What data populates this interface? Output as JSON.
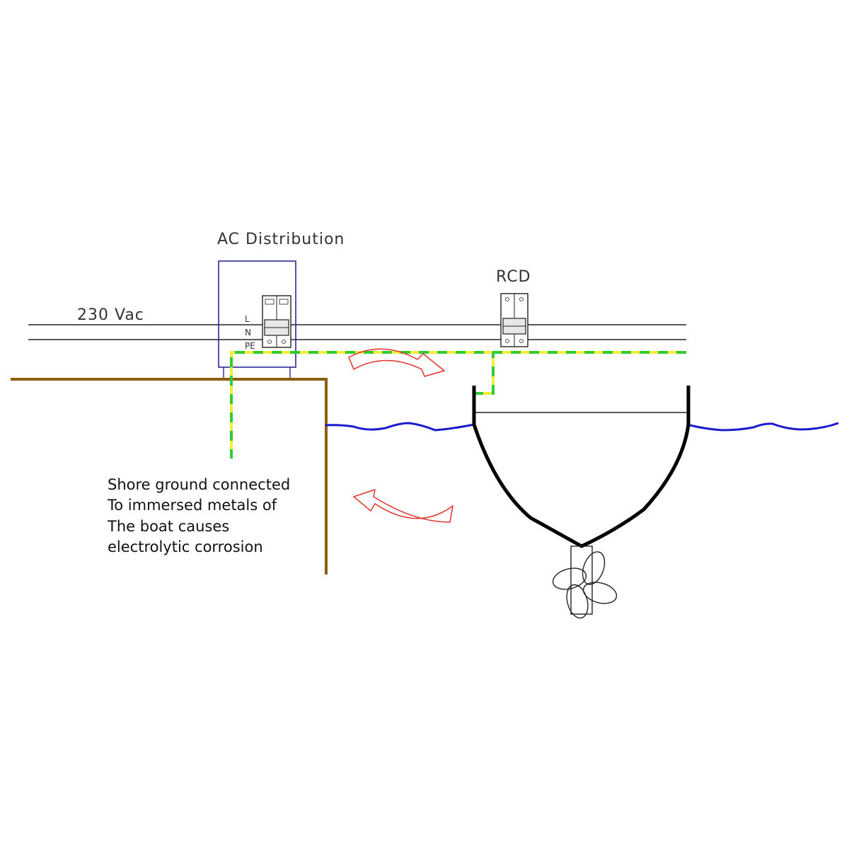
{
  "labels": {
    "ac_distribution": "AC Distribution",
    "voltage": "230 Vac",
    "rcd": "RCD",
    "conductor_l": "L",
    "conductor_n": "N",
    "conductor_pe": "PE"
  },
  "note": {
    "lines": [
      "Shore ground connected",
      "To immersed metals of",
      "The boat causes",
      "electrolytic corrosion"
    ]
  },
  "colors": {
    "ground_wire_yellow": "#f2ee3a",
    "ground_wire_green": "#36c936",
    "shore_ground": "#8b5e10",
    "water": "#1a1acf",
    "hull": "#000000",
    "panel_border": "#2a2a9a",
    "current_arrow": "#e0332b",
    "mains_wire": "#222222"
  },
  "icons": [
    "breaker-icon",
    "propeller-icon",
    "current-flow-arrow-icon"
  ]
}
